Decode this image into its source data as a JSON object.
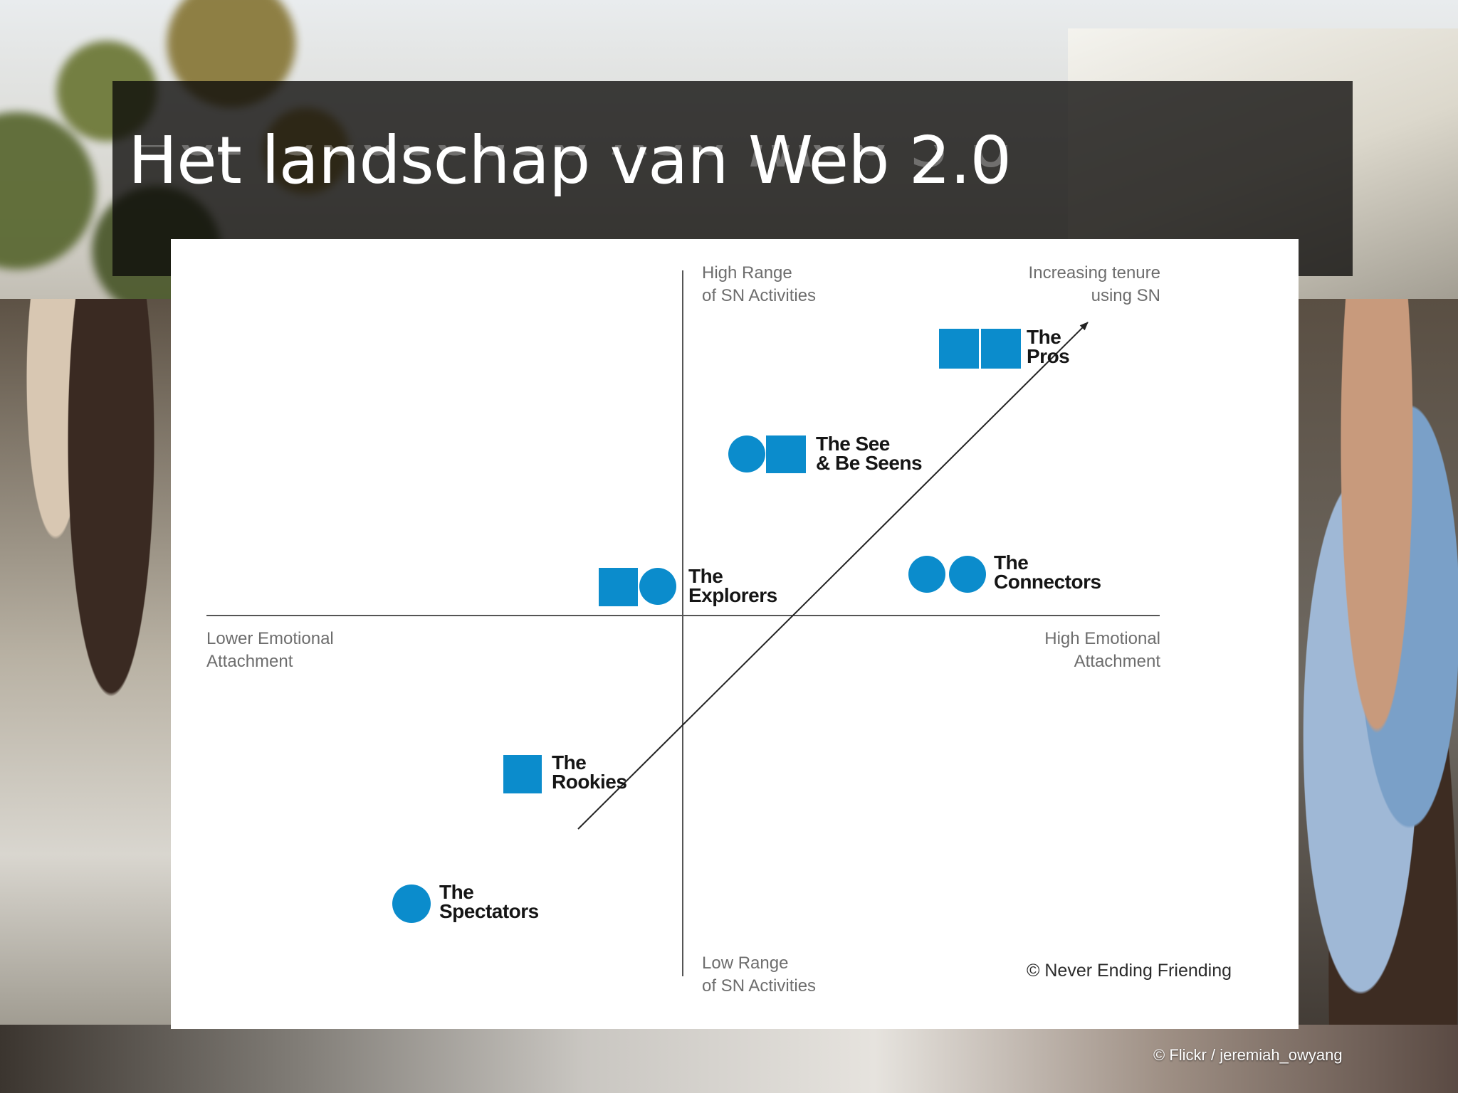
{
  "slide": {
    "title": "Het landschap van Web 2.0",
    "photo_credit": "© Flickr / jeremiah_owyang"
  },
  "diagram": {
    "axes": {
      "top": "High Range\nof SN Activities",
      "bottom": "Low Range\nof SN Activities",
      "left": "Lower Emotional\nAttachment",
      "right": "High Emotional\nAttachment",
      "diagonal": "Increasing tenure\nusing SN"
    },
    "segments": [
      {
        "id": "pros",
        "label": "The\nPros",
        "icons": [
          "square",
          "square"
        ]
      },
      {
        "id": "see-be-seens",
        "label": "The See\n& Be Seens",
        "icons": [
          "circle",
          "square"
        ]
      },
      {
        "id": "explorers",
        "label": "The\nExplorers",
        "icons": [
          "square",
          "circle"
        ]
      },
      {
        "id": "connectors",
        "label": "The\nConnectors",
        "icons": [
          "circle",
          "circle"
        ]
      },
      {
        "id": "rookies",
        "label": "The\nRookies",
        "icons": [
          "square"
        ]
      },
      {
        "id": "spectators",
        "label": "The\nSpectators",
        "icons": [
          "circle"
        ]
      }
    ],
    "credit": "© Never Ending  Friending",
    "colors": {
      "icon": "#0b8ccc",
      "axis": "#555555",
      "text": "#151515"
    }
  }
}
